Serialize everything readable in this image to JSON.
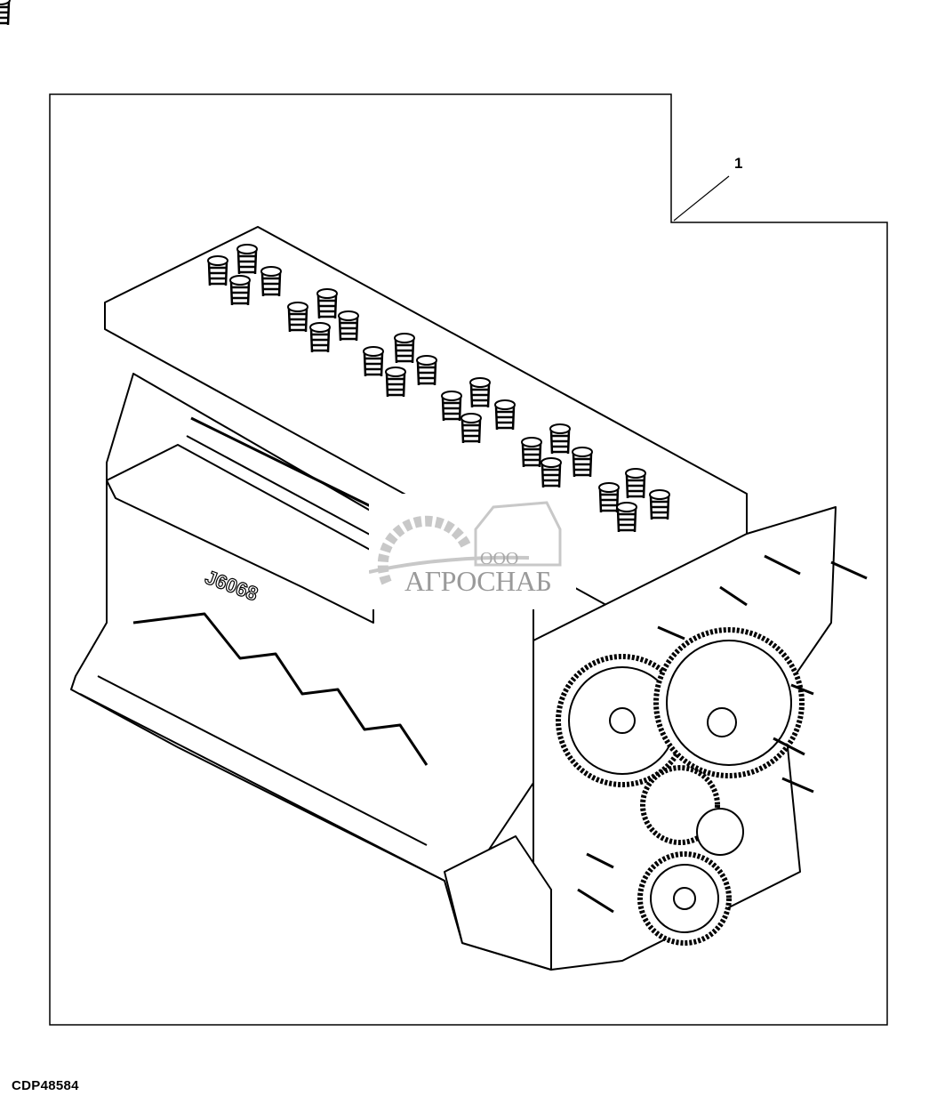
{
  "diagram": {
    "callouts": [
      {
        "label": "1"
      }
    ],
    "figure_id": "CDP48584",
    "engine_marking": "J6068",
    "watermark": {
      "prefix": "ООО",
      "name": "АГРОСНАБ"
    }
  },
  "colors": {
    "line": "#000000",
    "watermark": "#9a9a9a",
    "background": "#ffffff"
  }
}
